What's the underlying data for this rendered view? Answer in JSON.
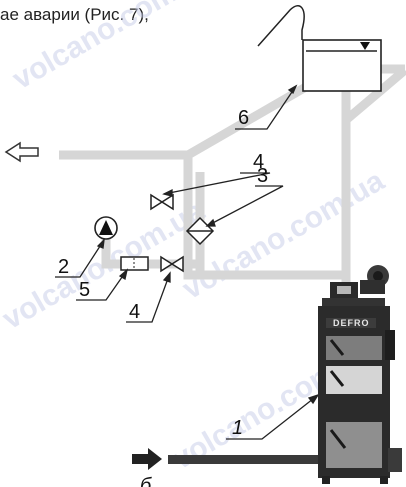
{
  "caption": "ае аварии (Рис. 7),",
  "labels": {
    "boiler": "1",
    "pump": "2",
    "filter": "3",
    "valve_top": "4",
    "valve_bottom": "4",
    "check_valve": "5",
    "tank": "6",
    "partial_bottom": "б"
  },
  "boiler_brand": "DEFRO",
  "watermark": "volcano.com.ua",
  "colors": {
    "pipe": "#d6d6d6",
    "return_pipe": "#3a3a3a",
    "boiler_body": "#2b2b2b",
    "tank_fill": "#ffffff"
  }
}
